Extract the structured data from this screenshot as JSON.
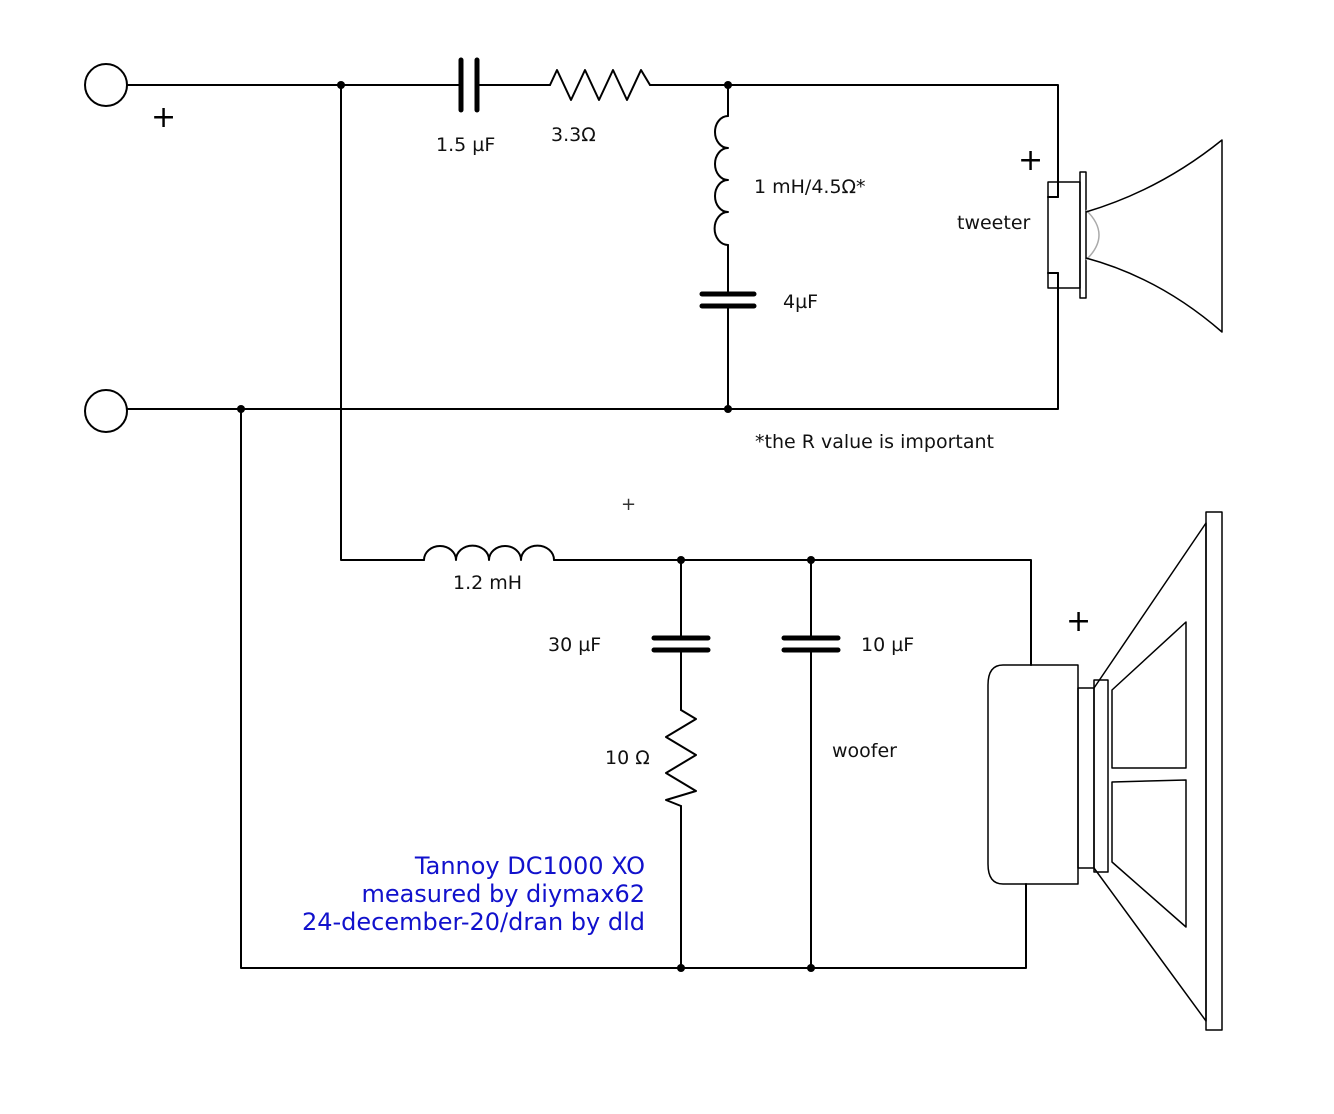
{
  "tweeter": {
    "c_series_label": "1.5 µF",
    "r_series_label": "3.3Ω",
    "l_shunt_label": "1 mH/4.5Ω*",
    "c_shunt_label": "4µF",
    "driver_label": "tweeter",
    "driver_polarity": "+",
    "footnote": "*the R value is important"
  },
  "woofer": {
    "l_series_label": "1.2 mH",
    "c_shunt_1_label": "30 µF",
    "r_shunt_label": "10 Ω",
    "c_shunt_2_label": "10 µF",
    "driver_label": "woofer",
    "driver_polarity": "+"
  },
  "input": {
    "polarity": "+"
  },
  "marker": {
    "text": "+"
  },
  "credit": {
    "line1": "Tannoy DC1000 XO",
    "line2": "measured by diymax62",
    "line3": "24-december-20/dran by dld",
    "color": "#1111cc"
  }
}
